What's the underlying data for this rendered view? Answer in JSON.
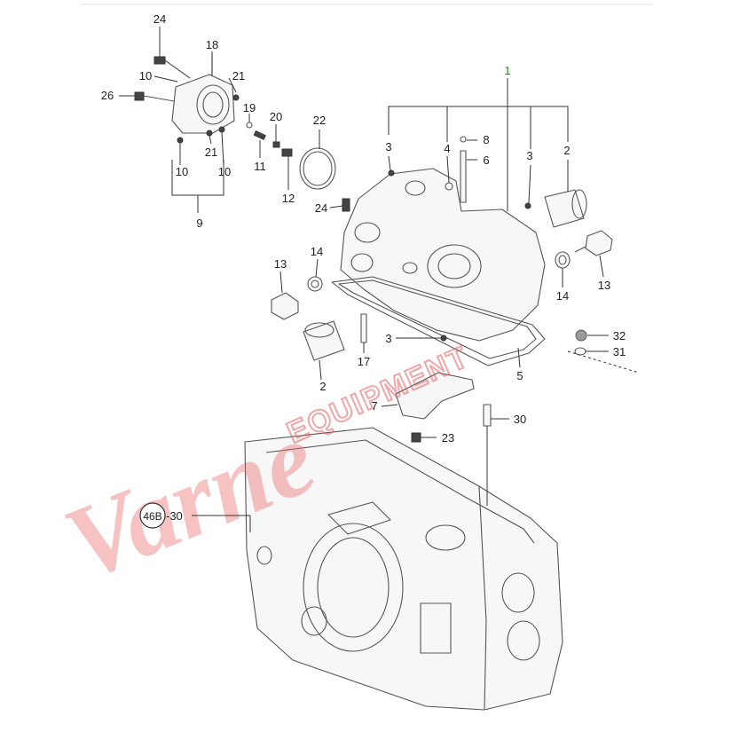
{
  "diagram": {
    "part_numbers": [
      "24",
      "18",
      "10",
      "21",
      "26",
      "19",
      "20",
      "22",
      "21",
      "10",
      "10",
      "11",
      "12",
      "9",
      "1",
      "3",
      "4",
      "8",
      "6",
      "3",
      "2",
      "24",
      "13",
      "14",
      "13",
      "14",
      "3",
      "17",
      "2",
      "7",
      "5",
      "32",
      "31",
      "30",
      "23",
      "46B",
      "30"
    ],
    "assembly_ref": {
      "ring": "46B",
      "suffix": "-30"
    },
    "watermark": {
      "script": "Varne",
      "block": "EQUIPMENT"
    },
    "colors": {
      "line": "#555555",
      "label": "#222222",
      "watermark": "#ec6e6e",
      "highlight_label": "#2a8a2a"
    }
  }
}
